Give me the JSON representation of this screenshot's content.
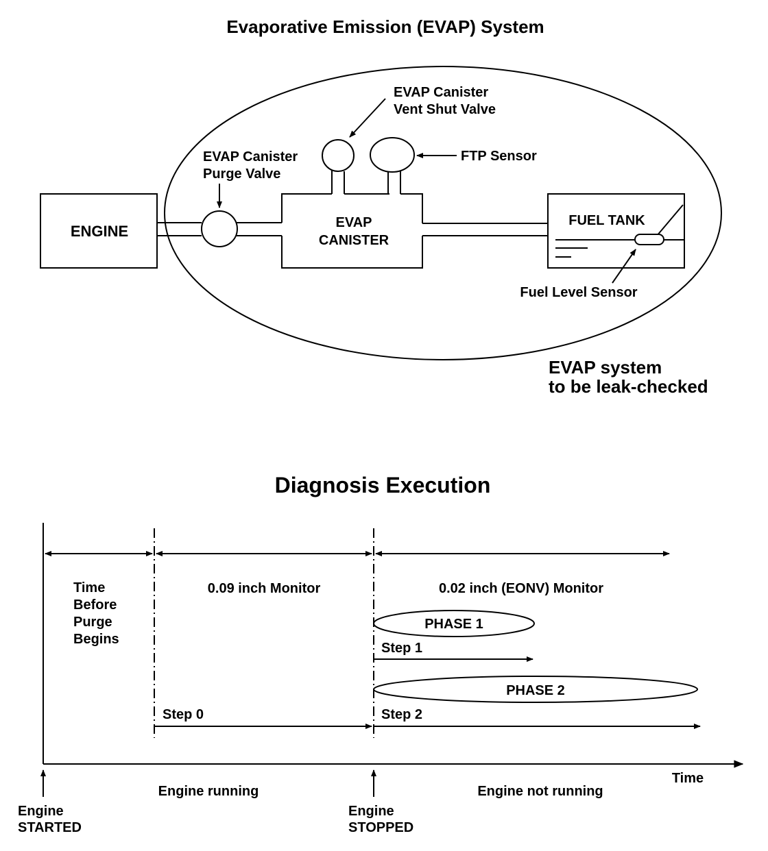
{
  "top_diagram": {
    "title": "Evaporative Emission (EVAP) System",
    "engine_label": "ENGINE",
    "canister_label_line1": "EVAP",
    "canister_label_line2": "CANISTER",
    "fuel_tank_label": "FUEL TANK",
    "purge_valve_line1": "EVAP Canister",
    "purge_valve_line2": "Purge Valve",
    "vent_valve_line1": "EVAP Canister",
    "vent_valve_line2": "Vent Shut Valve",
    "ftp_sensor_label": "FTP Sensor",
    "fuel_level_sensor_label": "Fuel Level Sensor",
    "leak_check_line1": "EVAP system",
    "leak_check_line2": "to be leak-checked"
  },
  "bottom_diagram": {
    "title": "Diagnosis Execution",
    "time_before_line1": "Time",
    "time_before_line2": "Before",
    "time_before_line3": "Purge",
    "time_before_line4": "Begins",
    "monitor_009": "0.09 inch Monitor",
    "monitor_002": "0.02 inch (EONV) Monitor",
    "phase1": "PHASE 1",
    "phase2": "PHASE 2",
    "step0": "Step 0",
    "step1": "Step 1",
    "step2": "Step 2",
    "axis_label": "Time",
    "engine_running": "Engine running",
    "engine_not_running": "Engine not running",
    "engine_started_line1": "Engine",
    "engine_started_line2": "STARTED",
    "engine_stopped_line1": "Engine",
    "engine_stopped_line2": "STOPPED"
  }
}
